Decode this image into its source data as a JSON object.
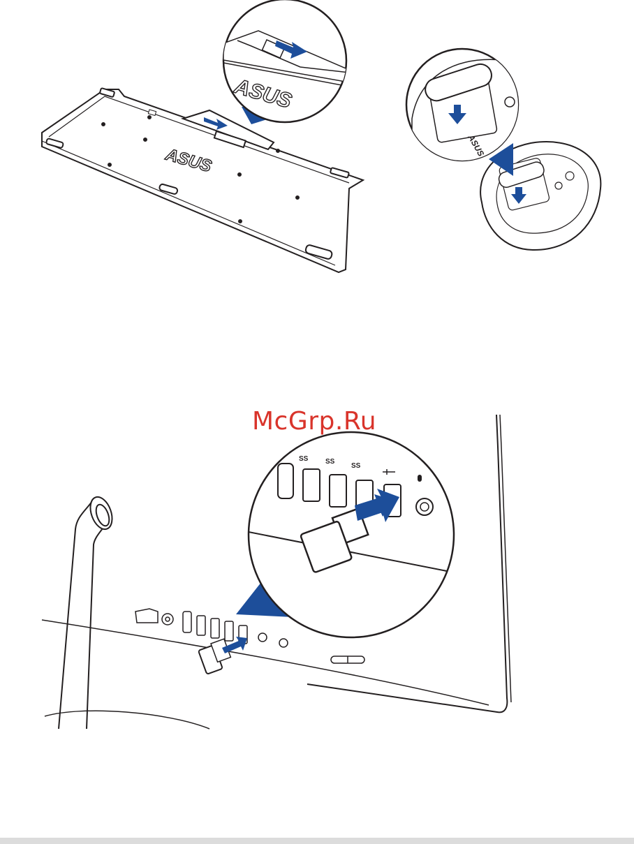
{
  "watermark": "McGrp.Ru",
  "keyboard": {
    "logo": "ASUS"
  },
  "mouse": {
    "logo": "ASUS"
  },
  "ports": {
    "usb3_label": "SS",
    "mic_icon": "microphone-icon",
    "headphone_icon": "headphone-icon"
  },
  "colors": {
    "arrow": "#1d4e9a",
    "line": "#231f20",
    "watermark": "#d9342b"
  }
}
